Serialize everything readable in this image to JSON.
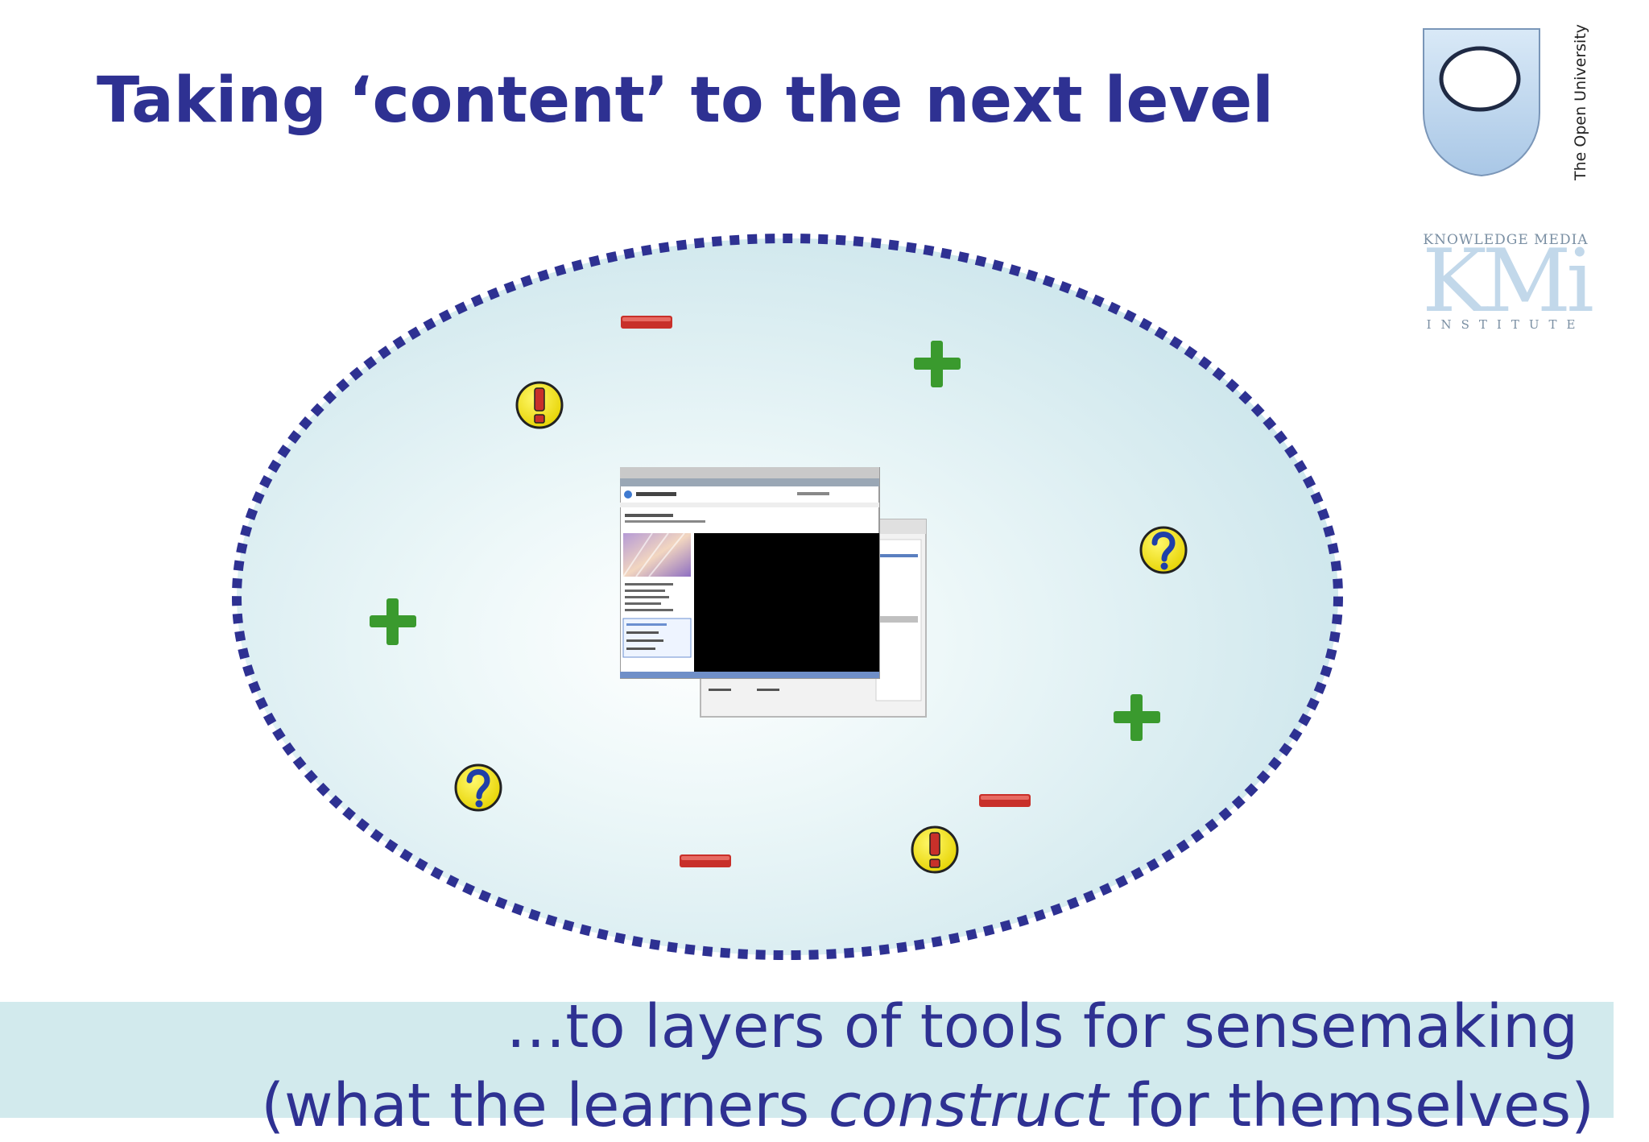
{
  "title": "Taking ‘content’ to the next level",
  "logos": {
    "open_university_text": "The Open University",
    "kmi_top": "KNOWLEDGE MEDIA",
    "kmi_letters": "KMi",
    "kmi_bottom": "INSTITUTE"
  },
  "caption": {
    "line1": "…to layers of tools for sensemaking",
    "line2_before": "(what the learners ",
    "line2_italic": "construct",
    "line2_after": " for themselves)"
  },
  "diagram": {
    "symbols": [
      {
        "kind": "minus-icon"
      },
      {
        "kind": "plus-icon"
      },
      {
        "kind": "exclamation-icon"
      },
      {
        "kind": "question-icon"
      },
      {
        "kind": "plus-icon"
      },
      {
        "kind": "plus-icon"
      },
      {
        "kind": "question-icon"
      },
      {
        "kind": "minus-icon"
      },
      {
        "kind": "exclamation-icon"
      },
      {
        "kind": "minus-icon"
      }
    ]
  },
  "colors": {
    "title": "#2e3192",
    "ellipse_border": "#2e3192",
    "ellipse_fill": "#d6ecf0",
    "caption_band": "#d2eaed",
    "plus": "#3a9a2e",
    "minus": "#c8302a",
    "badge_yellow": "#f4e40b"
  }
}
